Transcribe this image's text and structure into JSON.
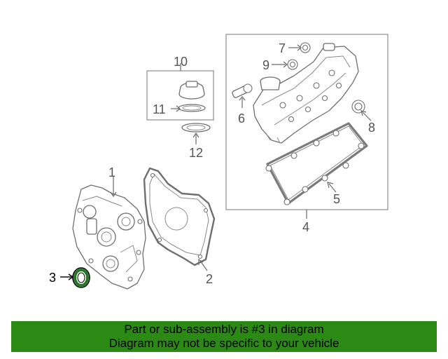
{
  "callouts": {
    "c1": "1",
    "c2": "2",
    "c3": "3",
    "c4": "4",
    "c5": "5",
    "c6": "6",
    "c7": "7",
    "c8": "8",
    "c9": "9",
    "c10": "10",
    "c11": "11",
    "c12": "12"
  },
  "banner": {
    "line1": "Part or sub-assembly is #3 in diagram",
    "line2": "Diagram may not be specific to your vehicle"
  },
  "colors": {
    "banner_bg": "#2a8a14",
    "highlight_part": "#1f7a1f"
  }
}
